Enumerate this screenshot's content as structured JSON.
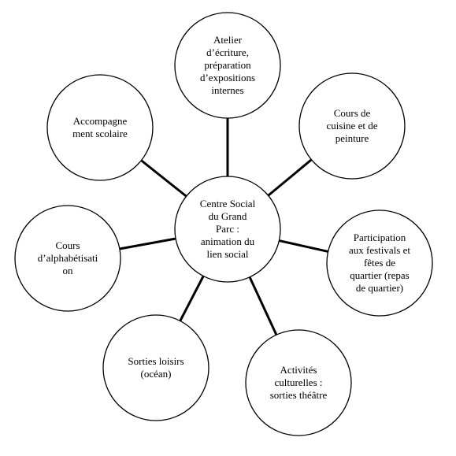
{
  "diagram": {
    "center": {
      "label": "Centre Social\ndu Grand\nParc :\nanimation du\nlien social"
    },
    "nodes": [
      {
        "label": "Atelier\nd’écriture,\npréparation\nd’expositions\ninternes"
      },
      {
        "label": "Cours de\ncuisine et de\npeinture"
      },
      {
        "label": "Participation\naux festivals et\nfêtes de\nquartier (repas\nde quartier)"
      },
      {
        "label": "Activités\nculturelles :\nsorties théâtre"
      },
      {
        "label": "Sorties loisirs\n(océan)"
      },
      {
        "label": "Cours\nd’alphabétisati\non"
      },
      {
        "label": "Accompagne\nment scolaire"
      }
    ],
    "stroke_color": "#000000",
    "fill_color": "#ffffff"
  }
}
